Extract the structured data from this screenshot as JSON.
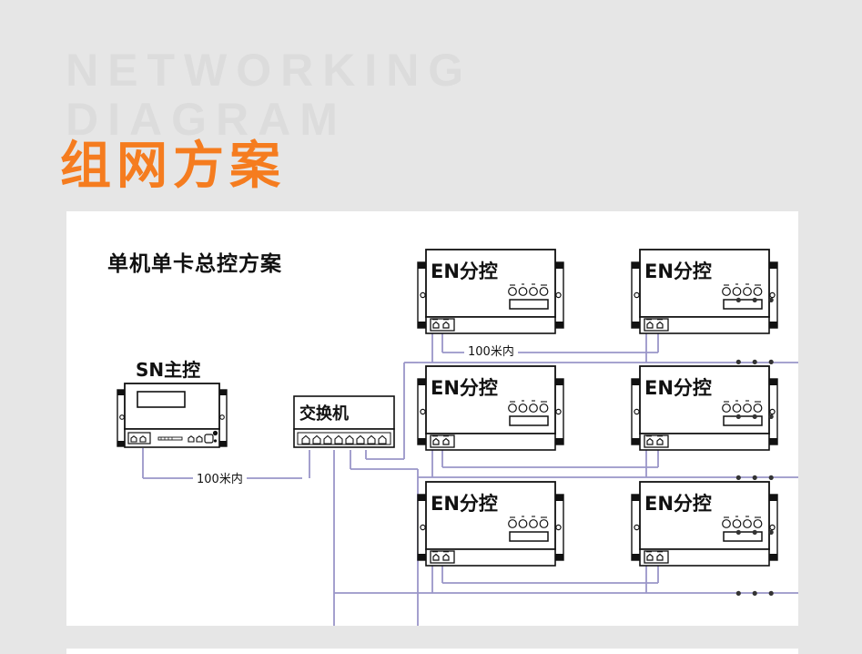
{
  "header": {
    "ghost_line1": "NETWORKING",
    "ghost_line2": "DIAGRAM",
    "title": "组网方案",
    "title_color": "#f57c1f",
    "ghost_color": "#dcdcdc"
  },
  "panel": {
    "section_title": "单机单卡总控方案",
    "background": "#ffffff"
  },
  "diagram": {
    "wire_color": "#9a96c8",
    "master": {
      "label": "SN主控",
      "name": "sn-master-controller"
    },
    "switch": {
      "label": "交换机",
      "port_count": 8
    },
    "controllers": [
      {
        "label": "EN分控",
        "row": 1,
        "col": 1
      },
      {
        "label": "EN分控",
        "row": 1,
        "col": 2
      },
      {
        "label": "EN分控",
        "row": 2,
        "col": 1
      },
      {
        "label": "EN分控",
        "row": 2,
        "col": 2
      },
      {
        "label": "EN分控",
        "row": 3,
        "col": 1
      },
      {
        "label": "EN分控",
        "row": 3,
        "col": 2
      }
    ],
    "distance_labels": [
      {
        "text": "100米内",
        "near": "switch-to-master"
      },
      {
        "text": "100米内",
        "near": "controller-row1"
      }
    ],
    "ellipsis": "• • •",
    "ellipsis_count": 6
  }
}
